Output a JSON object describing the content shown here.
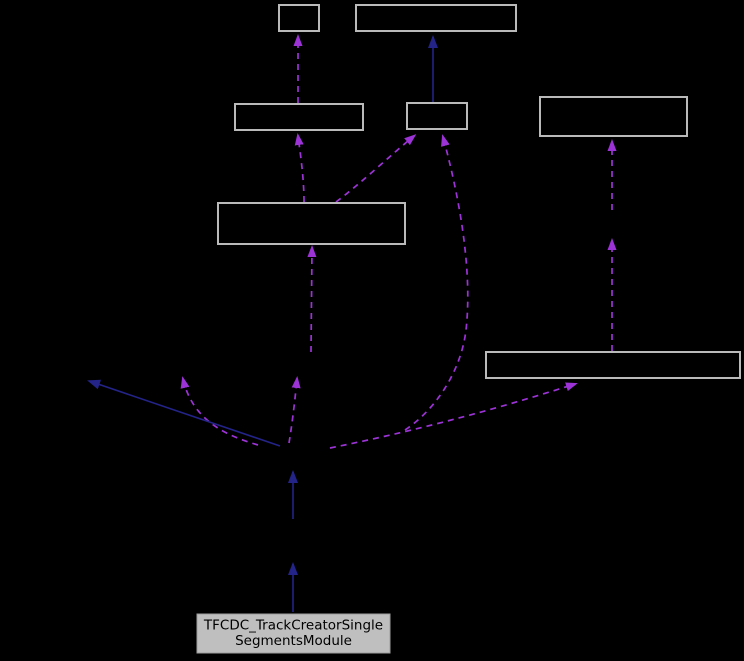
{
  "diagram": {
    "type": "class-collaboration-graph",
    "main_node": {
      "label_line1": "TFCDC_TrackCreatorSingle",
      "label_line2": "SegmentsModule"
    },
    "colors": {
      "background": "#000000",
      "node_border": "#bababa",
      "main_node_fill": "#bfbfbf",
      "main_node_text": "#000000",
      "inheritance_edge": "#232388",
      "usage_edge": "#9c33d6"
    }
  }
}
